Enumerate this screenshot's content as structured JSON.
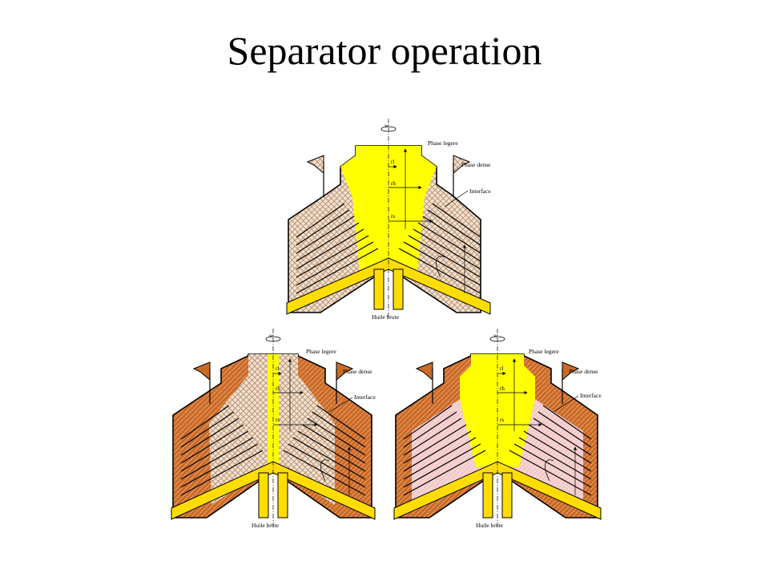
{
  "title": "Separator operation",
  "colors": {
    "light_phase": "#ffff00",
    "outlet_yellow": "#ffdd00",
    "hatch_stroke": "#b98762",
    "hatch_bg": "#efe2d3",
    "dense_dark": "#c96a26",
    "dense_hatch": "#e9a06a",
    "pink": "#f7d3d3",
    "outline": "#000000"
  },
  "diagrams": [
    {
      "id": "top",
      "labels": {
        "rotation": "w",
        "light_phase": "Phase legere",
        "dense_phase": "Phase dense",
        "interface": "Interface",
        "feed": "Huile brute",
        "rl": "rl",
        "rh": "rh",
        "rs": "rs"
      }
    },
    {
      "id": "bottom-left",
      "labels": {
        "rotation": "w",
        "light_phase": "Phase legere",
        "dense_phase": "Phase dense",
        "interface": "Interface",
        "feed": "Huile brute",
        "rl": "rl",
        "rh": "rh",
        "rs": "rs"
      }
    },
    {
      "id": "bottom-right",
      "labels": {
        "rotation": "w",
        "light_phase": "Phase legere",
        "dense_phase": "Phase dense",
        "interface": "Interface",
        "feed": "Huile brute",
        "rl": "rl",
        "rh": "rh",
        "rs": "rs"
      }
    }
  ]
}
